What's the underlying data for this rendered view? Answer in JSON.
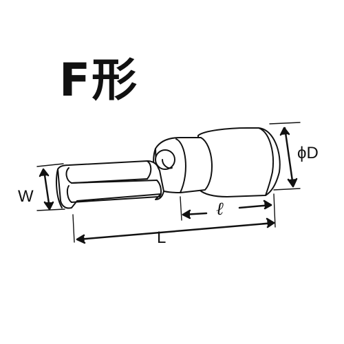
{
  "title": "F形",
  "dimensions": {
    "width_label": "W",
    "length_label": "L",
    "barrel_length_label": "ℓ",
    "diameter_label": "ϕD"
  },
  "colors": {
    "line": "#111111",
    "fill": "#ffffff"
  }
}
